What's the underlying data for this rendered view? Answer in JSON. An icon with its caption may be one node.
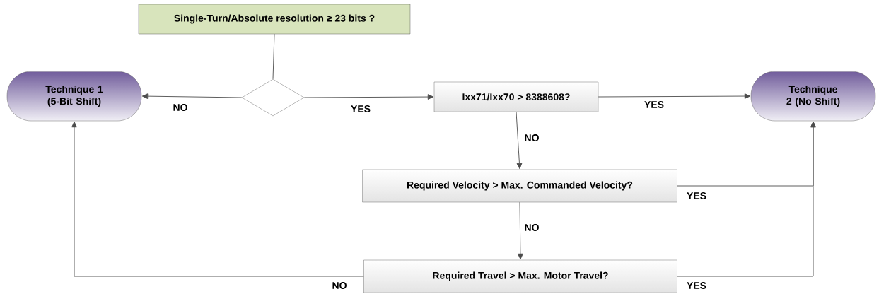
{
  "diagram": {
    "nodes": [
      {
        "text": [
          "Single-Turn/Absolute resolution ≥ 23 bits ?"
        ]
      },
      {
        "text": [
          "Technique 1 (5-Bit Shift)"
        ]
      },
      {
        "text": [],
        "shape": "diamond"
      },
      {
        "text": [
          "Ixx71/Ixx70 > 8388608?"
        ]
      },
      {
        "text": [
          "Technique 2 (No Shift)"
        ]
      },
      {
        "text": [
          "Required Velocity > Max. Commanded Velocity?"
        ]
      },
      {
        "text": [
          "Required Travel > Max. Motor Travel?"
        ]
      }
    ],
    "edges": [
      {
        "from": 0,
        "to": 2,
        "arrow": "none"
      },
      {
        "from": 2,
        "to": 1,
        "arrow": "to",
        "label": "NO"
      },
      {
        "from": 2,
        "to": 3,
        "arrow": "to",
        "label": "YES"
      },
      {
        "from": 3,
        "to": 4,
        "arrow": "to",
        "label": "YES"
      },
      {
        "from": 3,
        "to": 5,
        "arrow": "to",
        "label": "NO"
      },
      {
        "from": 5,
        "to": 4,
        "arrow": "to",
        "label": "YES"
      },
      {
        "from": 5,
        "to": 6,
        "arrow": "to",
        "label": "NO"
      },
      {
        "from": 6,
        "to": 1,
        "arrow": "to",
        "label": "NO"
      },
      {
        "from": 6,
        "to": 4,
        "arrow": "to",
        "label": "YES"
      }
    ]
  }
}
